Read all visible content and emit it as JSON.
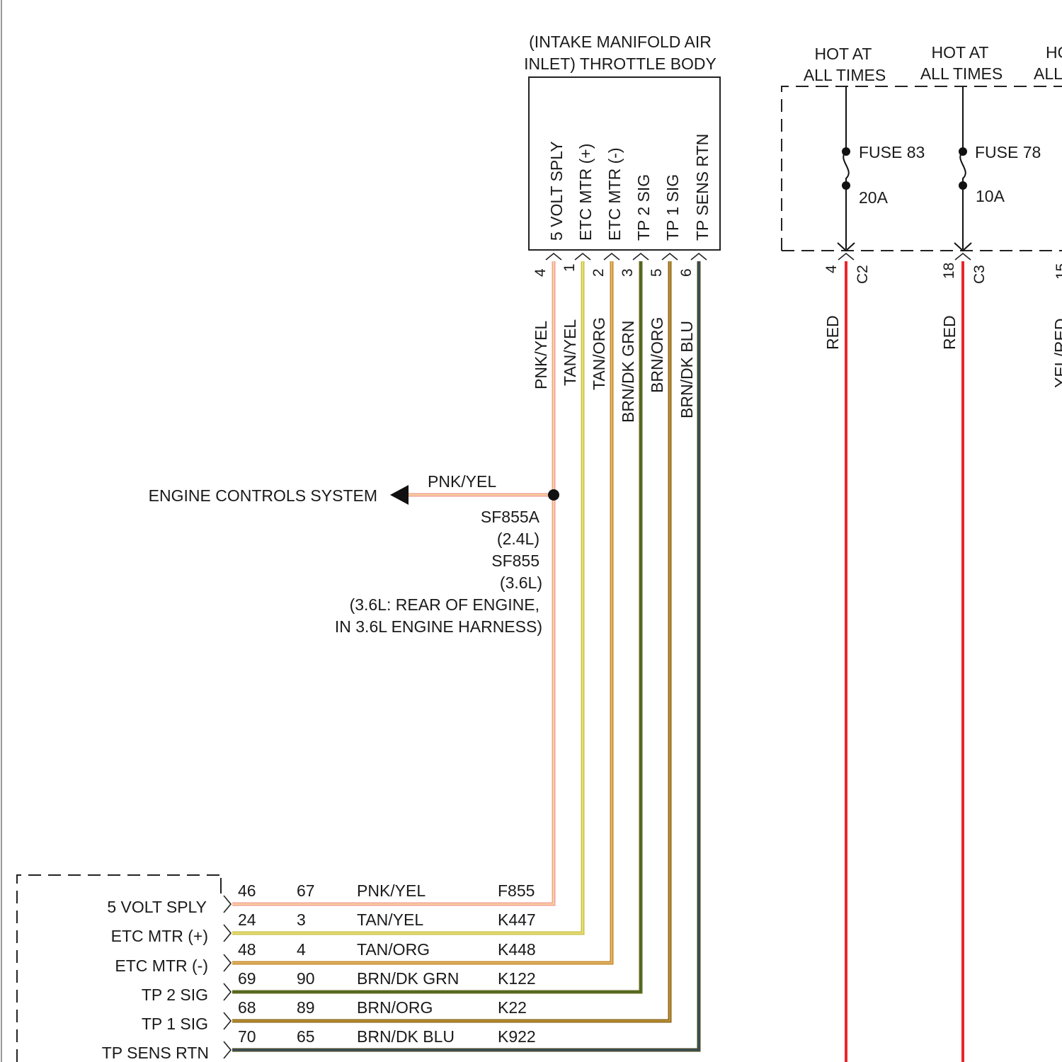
{
  "throttle_body": {
    "title_line1": "(INTAKE MANIFOLD AIR",
    "title_line2": "INLET) THROTTLE BODY",
    "pins": [
      {
        "label": "5 VOLT SPLY",
        "pin": "4",
        "wire": "PNK/YEL"
      },
      {
        "label": "ETC MTR (+)",
        "pin": "1",
        "wire": "TAN/YEL"
      },
      {
        "label": "ETC MTR (-)",
        "pin": "2",
        "wire": "TAN/ORG"
      },
      {
        "label": "TP 2 SIG",
        "pin": "3",
        "wire": "BRN/DK GRN"
      },
      {
        "label": "TP 1 SIG",
        "pin": "5",
        "wire": "BRN/ORG"
      },
      {
        "label": "TP SENS RTN",
        "pin": "6",
        "wire": "BRN/DK BLU"
      }
    ]
  },
  "fuse_box": {
    "hot": [
      {
        "line1": "HOT AT",
        "line2": "ALL TIMES"
      },
      {
        "line1": "HOT AT",
        "line2": "ALL TIMES"
      },
      {
        "line1": "HO",
        "line2": "ALL"
      }
    ],
    "fuses": [
      {
        "name": "FUSE 83",
        "rating": "20A",
        "pin": "4",
        "connector": "C2",
        "wire": "RED"
      },
      {
        "name": "FUSE 78",
        "rating": "10A",
        "pin": "18",
        "connector": "C3",
        "wire": "RED"
      }
    ],
    "partial_pin": "15",
    "partial_wire": "YEL/RED"
  },
  "splice": {
    "destination": "ENGINE CONTROLS SYSTEM",
    "wire": "PNK/YEL",
    "notes": [
      "SF855A",
      "(2.4L)",
      "SF855",
      "(3.6L)",
      "(3.6L: REAR OF ENGINE,",
      "IN 3.6L ENGINE HARNESS)"
    ]
  },
  "pcm": {
    "rows": [
      {
        "label": "5 VOLT SPLY",
        "pin_a": "46",
        "pin_b": "67",
        "wire": "PNK/YEL",
        "circuit": "F855"
      },
      {
        "label": "ETC MTR (+)",
        "pin_a": "24",
        "pin_b": "3",
        "wire": "TAN/YEL",
        "circuit": "K447"
      },
      {
        "label": "ETC MTR (-)",
        "pin_a": "48",
        "pin_b": "4",
        "wire": "TAN/ORG",
        "circuit": "K448"
      },
      {
        "label": "TP 2 SIG",
        "pin_a": "69",
        "pin_b": "90",
        "wire": "BRN/DK GRN",
        "circuit": "K122"
      },
      {
        "label": "TP 1 SIG",
        "pin_a": "68",
        "pin_b": "89",
        "wire": "BRN/ORG",
        "circuit": "K22"
      },
      {
        "label": "TP SENS RTN",
        "pin_a": "70",
        "pin_b": "65",
        "wire": "BRN/DK BLU",
        "circuit": "K922"
      }
    ]
  },
  "colors": {
    "red_wire": "#e8262b",
    "pnk_yel": [
      "#f2a09a",
      "#f6e39a"
    ],
    "tan_yel": [
      "#c9c24a",
      "#efe680"
    ],
    "tan_org": [
      "#c58a2c",
      "#e6c37a"
    ],
    "brn_dk_grn": [
      "#6a6a1f",
      "#3d6b22"
    ],
    "brn_org": [
      "#8a6a1e",
      "#d09a35"
    ],
    "brn_dk_blu": [
      "#4a4a2a",
      "#2f4f6f"
    ]
  }
}
